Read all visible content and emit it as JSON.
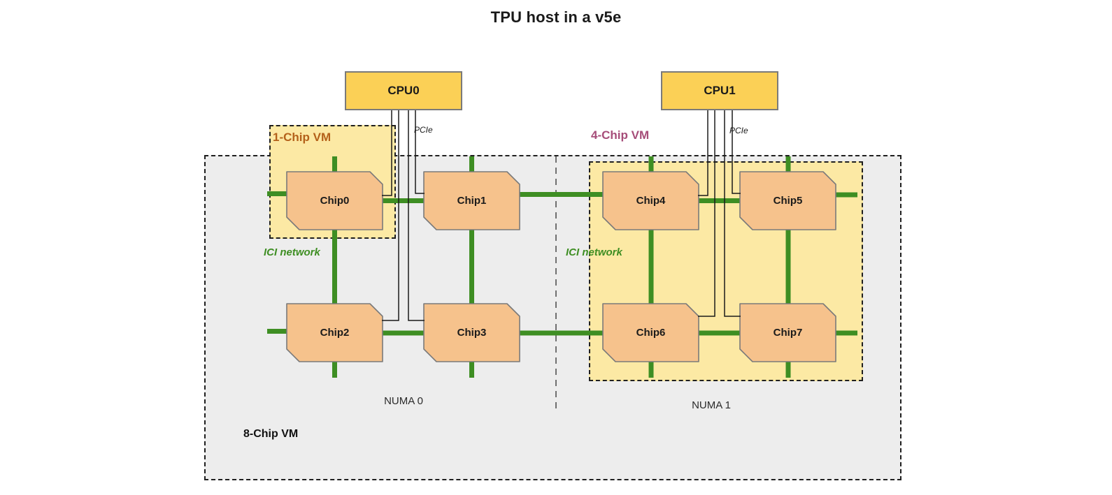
{
  "title": "TPU host in a v5e",
  "cpus": [
    "CPU0",
    "CPU1"
  ],
  "chips": [
    "Chip0",
    "Chip1",
    "Chip2",
    "Chip3",
    "Chip4",
    "Chip5",
    "Chip6",
    "Chip7"
  ],
  "vm_labels": {
    "one_chip": "1-Chip VM",
    "four_chip": "4-Chip VM",
    "eight_chip": "8-Chip VM"
  },
  "numa_labels": [
    "NUMA 0",
    "NUMA 1"
  ],
  "pcie_labels": [
    "PCIe",
    "PCIe"
  ],
  "ici_labels": [
    "ICI network",
    "ICI network"
  ],
  "colors": {
    "cpu_fill": "#fbd056",
    "chip_fill": "#f6c28c",
    "vm_fill": "#fce9a4",
    "host_fill": "#ededed",
    "ici_green": "#3e8e23",
    "one_chip_label_color": "#b4611a",
    "four_chip_label_color": "#a64d79"
  }
}
